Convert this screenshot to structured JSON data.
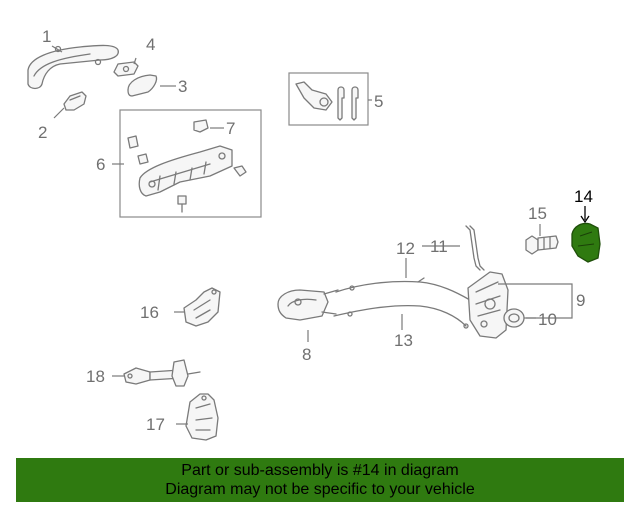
{
  "diagram": {
    "callouts": [
      "1",
      "2",
      "3",
      "4",
      "5",
      "6",
      "7",
      "8",
      "9",
      "10",
      "11",
      "12",
      "13",
      "14",
      "15",
      "16",
      "17",
      "18"
    ],
    "highlighted_callout": "14",
    "highlight_color": "#2f7a10",
    "line_color": "#7a7a7a"
  },
  "banner": {
    "line1": "Part or sub-assembly is #14 in diagram",
    "line2": "Diagram may not be specific to your vehicle",
    "color": "#2f7a10"
  }
}
